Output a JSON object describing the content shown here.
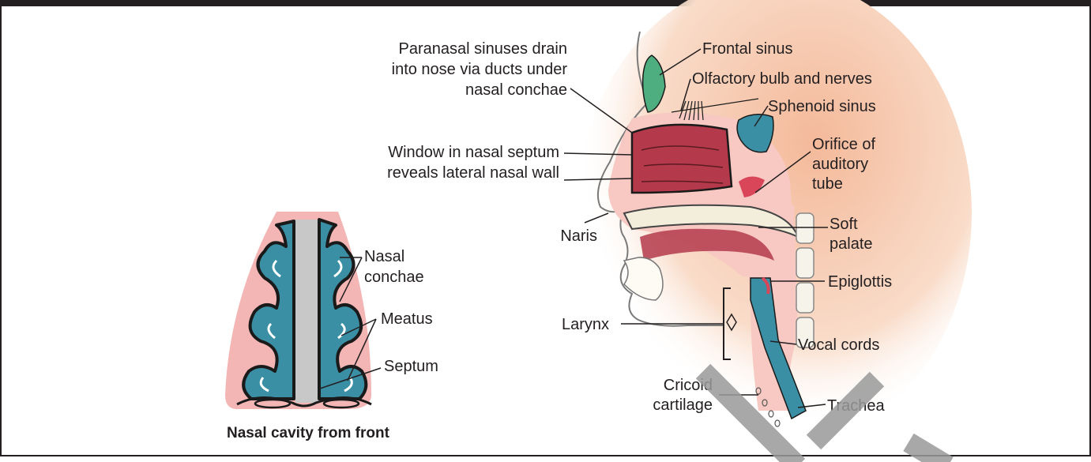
{
  "title": "Nasal cavity from front",
  "front_view_labels": {
    "nasal_conchae": [
      "Nasal",
      "conchae"
    ],
    "meatus": "Meatus",
    "septum": "Septum"
  },
  "side_view_labels": {
    "paranasal": [
      "Paranasal sinuses drain",
      "into nose via ducts under",
      "nasal conchae"
    ],
    "window": [
      "Window in nasal septum",
      "reveals lateral nasal wall"
    ],
    "naris": "Naris",
    "larynx": "Larynx",
    "cricoid": [
      "Cricoid",
      "cartilage"
    ],
    "frontal_sinus": "Frontal sinus",
    "olfactory": "Olfactory bulb and nerves",
    "sphenoid": "Sphenoid sinus",
    "orifice": [
      "Orifice of",
      "auditory",
      "tube"
    ],
    "soft_palate": [
      "Soft",
      "palate"
    ],
    "epiglottis": "Epiglottis",
    "vocal_cords": "Vocal cords",
    "trachea": "Trachea"
  },
  "colors": {
    "skin_pink": "#f7c9c2",
    "tissue_pink": "#f4b6b5",
    "concha_blue": "#3a8fa5",
    "window_red": "#b4394b",
    "sinus_green": "#4fae7f",
    "septum_gray": "#c8c8c8",
    "rule": "#231f20"
  }
}
